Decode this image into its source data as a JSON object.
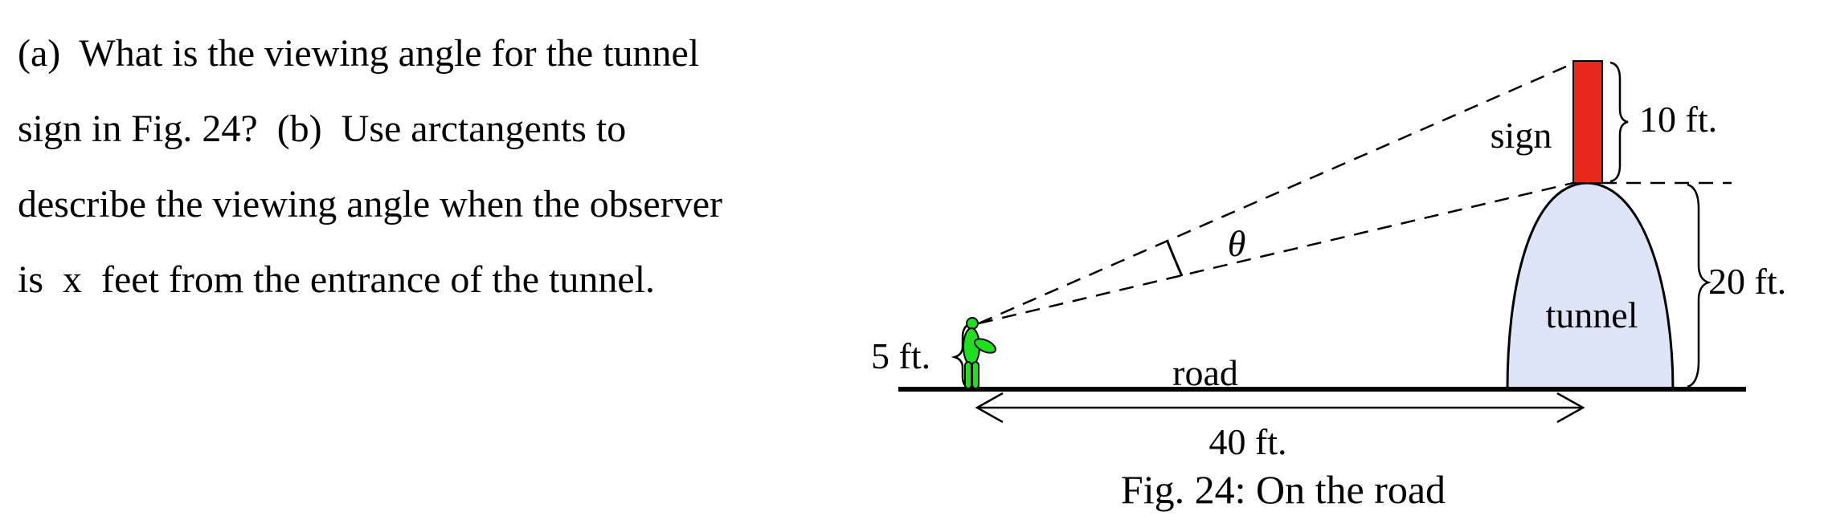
{
  "problem": {
    "lines": [
      "(a)  What is the viewing angle for the tunnel",
      "sign in Fig. 24?  (b)  Use arctangents to",
      "describe the viewing angle when the observer",
      "is  x  feet from the entrance of the tunnel."
    ]
  },
  "figure": {
    "sign_label": "sign",
    "sign_height_label": "10 ft.",
    "tunnel_label": "tunnel",
    "tunnel_height_label": "20 ft.",
    "observer_height_label": "5 ft.",
    "road_label": "road",
    "distance_label": "40 ft.",
    "angle_label": "θ",
    "caption": "Fig. 24:  On the road",
    "colors": {
      "sign": "#e8291c",
      "tunnel_fill": "#dfe5f8",
      "observer": "#1fe01f",
      "line": "#000000"
    }
  }
}
